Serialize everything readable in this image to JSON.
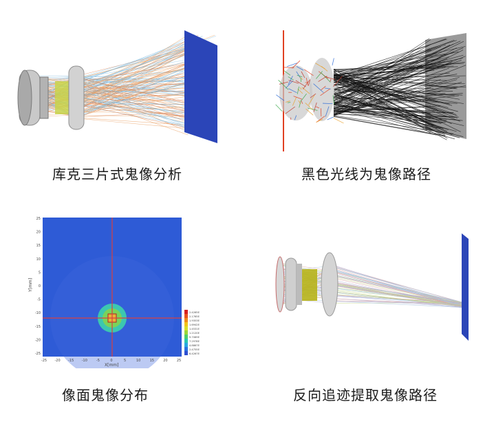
{
  "captions": {
    "cooke_triplet": "库克三片式鬼像分析",
    "black_rays": "黑色光线为鬼像路径",
    "image_plane": "像面鬼像分布",
    "reverse_trace": "反向追迹提取鬼像路径"
  },
  "heatmap": {
    "y_axis_label": "Y[mm]",
    "x_axis_label": "X[mm]",
    "y_ticks": [
      "25",
      "20",
      "15",
      "10",
      "5",
      "0",
      "-5",
      "-10",
      "-15",
      "-20",
      "-25"
    ],
    "x_ticks": [
      "-25",
      "-20",
      "-15",
      "-10",
      "-5",
      "0",
      "5",
      "10",
      "15",
      "20",
      "25"
    ],
    "colorbar_labels": [
      "2.4265E-06",
      "2.1765E-06",
      "1.9353E-06",
      "1.6942E-06",
      "1.4531E-06",
      "1.2120E-06",
      "9.7089E-07",
      "7.2978E-07",
      "4.8867E-07",
      "2.4755E-07",
      "6.4267E-09"
    ],
    "colors": {
      "background": "#2e5bd6",
      "crosshair": "#d94040"
    }
  }
}
